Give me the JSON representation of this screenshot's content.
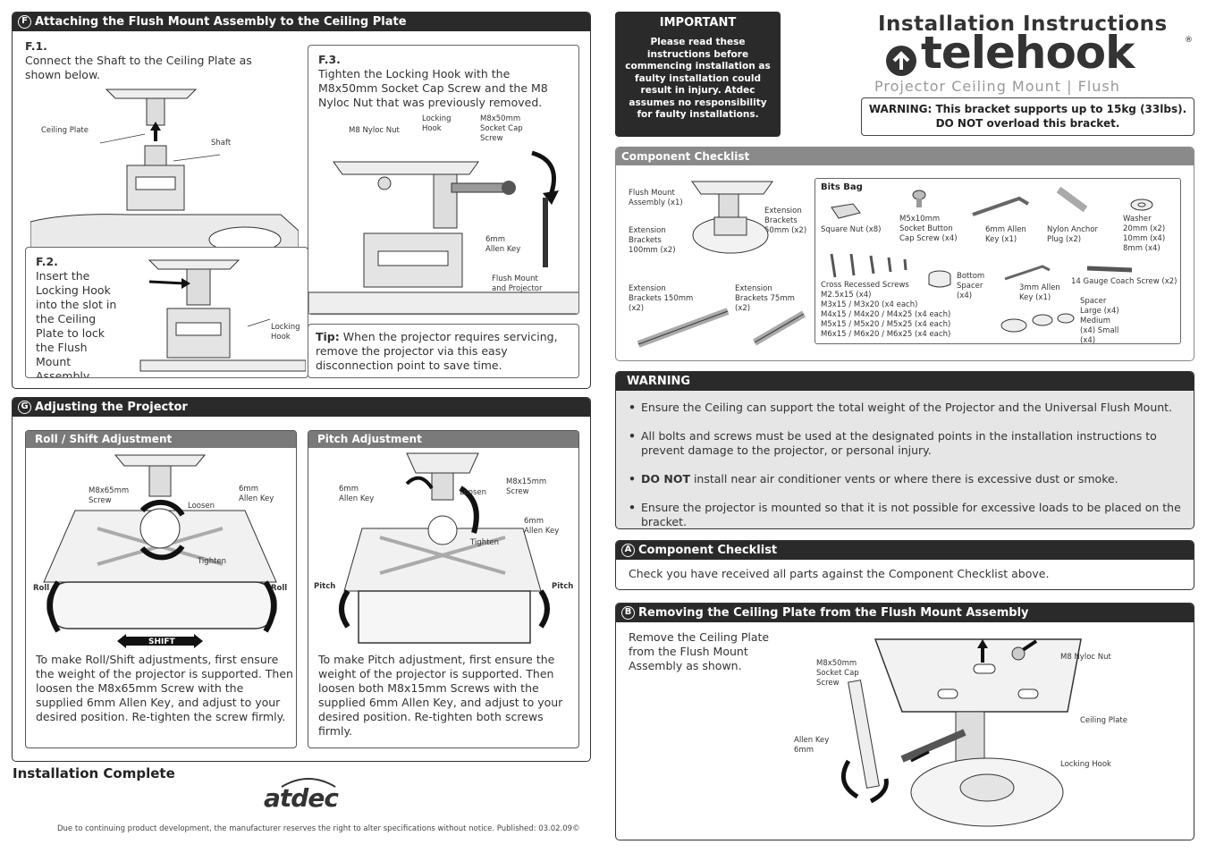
{
  "sectionF": {
    "badge": "F",
    "title": "Attaching the Flush Mount Assembly to the Ceiling Plate",
    "f1": {
      "step": "F.1.",
      "text": "Connect the Shaft to the Ceiling Plate as shown below.",
      "ceiling_plate": "Ceiling Plate",
      "shaft": "Shaft"
    },
    "f2": {
      "step": "F.2.",
      "text": "Insert the Locking Hook into the slot in the Ceiling Plate to lock the Flush Mount Assembly.",
      "locking_hook": "Locking Hook"
    },
    "f3": {
      "step": "F.3.",
      "text": "Tighten the Locking Hook with the M8x50mm Socket Cap Screw and the M8 Nyloc Nut that was previously removed.",
      "nyloc": "M8 Nyloc Nut",
      "locking_hook": "Locking Hook",
      "screw": "M8x50mm Socket Cap Screw",
      "allen": "6mm Allen Key",
      "flush": "Flush Mount and Projector"
    },
    "tip_label": "Tip:",
    "tip_text": " When the projector requires servicing, remove the projector via this easy disconnection point to save time."
  },
  "sectionG": {
    "badge": "G",
    "title": "Adjusting the Projector",
    "roll": {
      "title": "Roll / Shift Adjustment",
      "screw": "M8x65mm Screw",
      "allen": "6mm Allen Key",
      "loosen": "Loosen",
      "tighten": "Tighten",
      "roll_left": "Roll",
      "roll_right": "Roll",
      "shift": "SHIFT",
      "text": "To make Roll/Shift adjustments, first ensure the weight of the projector is supported. Then loosen the M8x65mm Screw with the supplied 6mm Allen Key, and adjust to your desired position. Re-tighten the screw firmly."
    },
    "pitch": {
      "title": "Pitch Adjustment",
      "allen": "6mm Allen Key",
      "loosen": "Loosen",
      "screw": "M8x15mm Screw",
      "allen2": "6mm Allen Key",
      "tighten": "Tighten",
      "pitch_left": "Pitch",
      "pitch_right": "Pitch",
      "text": "To make Pitch adjustment, first ensure the weight of the projector is supported. Then loosen both M8x15mm Screws with the supplied 6mm Allen Key, and adjust to your desired position. Re-tighten both screws firmly."
    }
  },
  "complete": "Installation Complete",
  "brand_logo": "atdec",
  "footer": "Due to continuing product development, the manufacturer reserves the right to alter specifications without notice. Published: 03.02.09©",
  "important": {
    "title": "IMPORTANT",
    "text": "Please read these instructions before commencing installation as faulty installation could result in injury. Atdec assumes no responsibility for faulty installations."
  },
  "header": {
    "title": "Installation Instructions",
    "brand": "telehook",
    "subtitle": "Projector Ceiling Mount  |  Flush",
    "warning_bold": "WARNING:",
    "warning_text": " This bracket supports up to 15kg (33lbs). DO NOT overload this bracket."
  },
  "checklist": {
    "title": "Component Checklist",
    "flush_mount": "Flush Mount Assembly (x1)",
    "ext50": "Extension Brackets 50mm (x2)",
    "ext100": "Extension Brackets 100mm (x2)",
    "ext150": "Extension Brackets 150mm (x2)",
    "ext75": "Extension Brackets 75mm (x2)",
    "bits_bag": "Bits Bag",
    "square_nut": "Square Nut (x8)",
    "button_screw": "M5x10mm Socket Button Cap Screw (x4)",
    "allen6": "6mm Allen Key (x1)",
    "nylon": "Nylon Anchor Plug (x2)",
    "washer": "Washer 20mm (x2) 10mm (x4) 8mm (x4)",
    "cross_screws": [
      "Cross Recessed Screws",
      "M2.5x15 (x4)",
      "M3x15 / M3x20 (x4 each)",
      "M4x15 / M4x20 / M4x25 (x4 each)",
      "M5x15 / M5x20 / M5x25 (x4 each)",
      "M6x15 / M6x20 / M6x25 (x4 each)"
    ],
    "bottom_spacer": "Bottom Spacer (x4)",
    "allen3": "3mm Allen Key (x1)",
    "coach": "14 Gauge Coach Screw (x2)",
    "spacer": "Spacer Large (x4) Medium (x4) Small (x4)"
  },
  "warning": {
    "title": "WARNING",
    "items": [
      "Ensure the Ceiling can support the total weight of the Projector and the Universal Flush Mount.",
      "All bolts and screws must be used at the designated points in the installation instructions to prevent damage to the projector, or personal injury.",
      "install near air conditioner vents or where there is excessive dust or smoke.",
      "Ensure the projector is mounted so that it is not possible for excessive loads to be placed on the bracket."
    ],
    "do_not": "DO NOT"
  },
  "sectionA": {
    "badge": "A",
    "title": "Component Checklist",
    "text": "Check you have received all parts against the Component Checklist above."
  },
  "sectionB": {
    "badge": "B",
    "title": "Removing the Ceiling Plate from the Flush Mount Assembly",
    "text": "Remove the Ceiling Plate from the Flush Mount Assembly as shown.",
    "screw": "M8x50mm Socket Cap Screw",
    "nyloc": "M8 Nyloc Nut",
    "ceiling_plate": "Ceiling Plate",
    "allen": "Allen Key 6mm",
    "locking_hook": "Locking Hook"
  }
}
